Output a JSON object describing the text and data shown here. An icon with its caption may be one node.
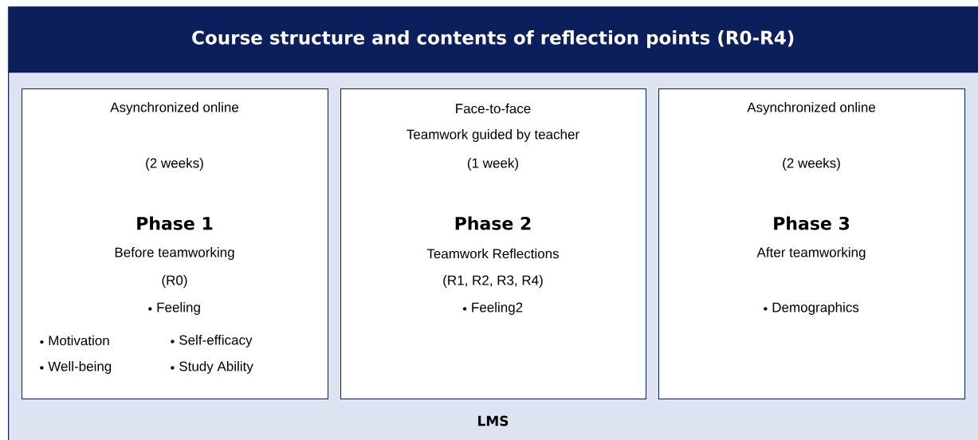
{
  "diagram": {
    "title": "Course structure and contents of reflection points (R0-R4)",
    "nodes": [
      {
        "text": [
          "LMS"
        ]
      },
      {
        "text": [
          "Asynchronized online",
          "(2 weeks)",
          "Phase 1",
          "Before teamworking",
          "(R0)",
          "Feeling",
          "Motivation",
          "Self-efficacy",
          "Well-being",
          "Study Ability"
        ],
        "in": 0
      },
      {
        "text": [
          "Face-to-face",
          "Teamwork guided by teacher",
          "(1 week)",
          "Phase 2",
          "Teamwork Reflections",
          "(R1, R2, R3, R4)",
          "Feeling2"
        ],
        "in": 0
      },
      {
        "text": [
          "Asynchronized online",
          "(2 weeks)",
          "Phase 3",
          "After teamworking",
          "Demographics"
        ],
        "in": 0
      }
    ]
  }
}
